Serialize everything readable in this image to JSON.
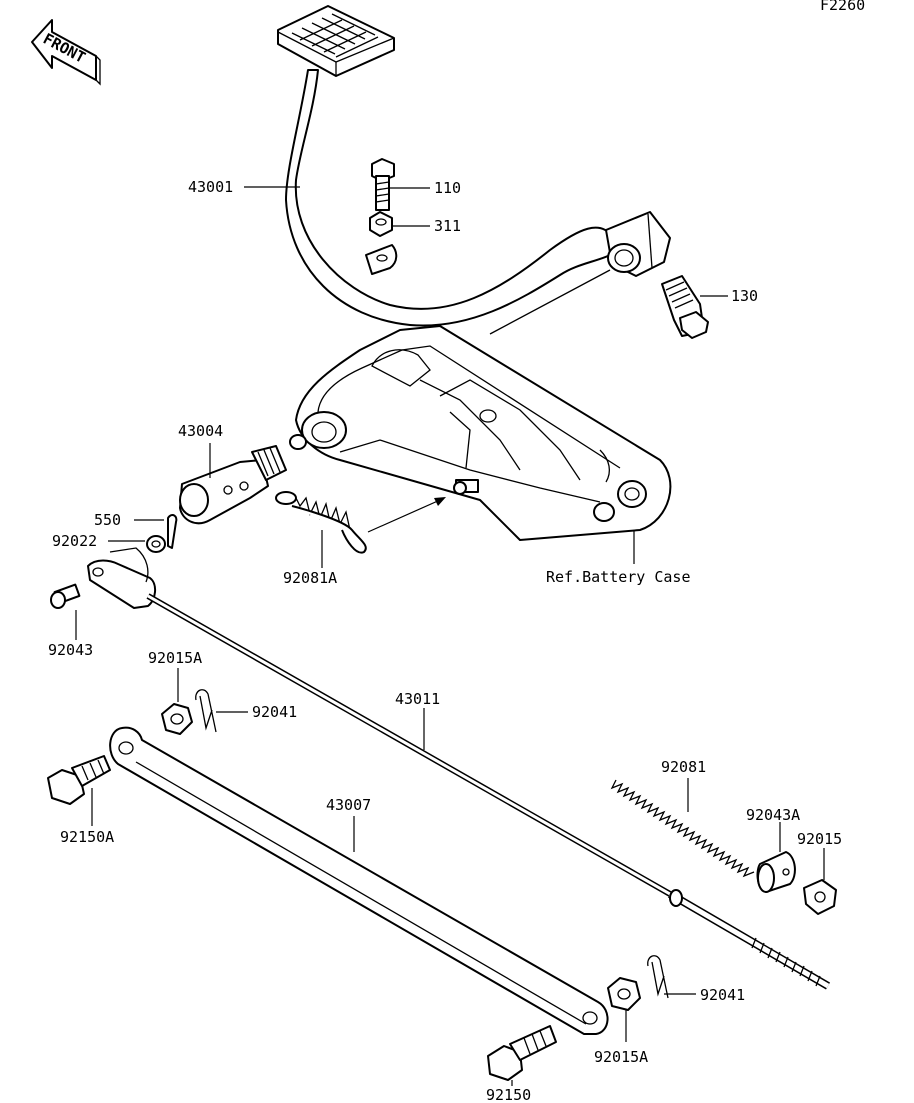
{
  "diagram_code": "F2260",
  "front_marker": "FRONT",
  "labels": {
    "p43001": "43001",
    "p110": "110",
    "p311": "311",
    "p130": "130",
    "p43004": "43004",
    "p550": "550",
    "p92022": "92022",
    "p92081A": "92081A",
    "ref_battery_case": "Ref.Battery Case",
    "p92043": "92043",
    "p92015A_top": "92015A",
    "p92041_top": "92041",
    "p43011": "43011",
    "p92081": "92081",
    "p92150A": "92150A",
    "p43007": "43007",
    "p92043A": "92043A",
    "p92015": "92015",
    "p92041_bottom": "92041",
    "p92015A_bottom": "92015A",
    "p92150": "92150"
  }
}
